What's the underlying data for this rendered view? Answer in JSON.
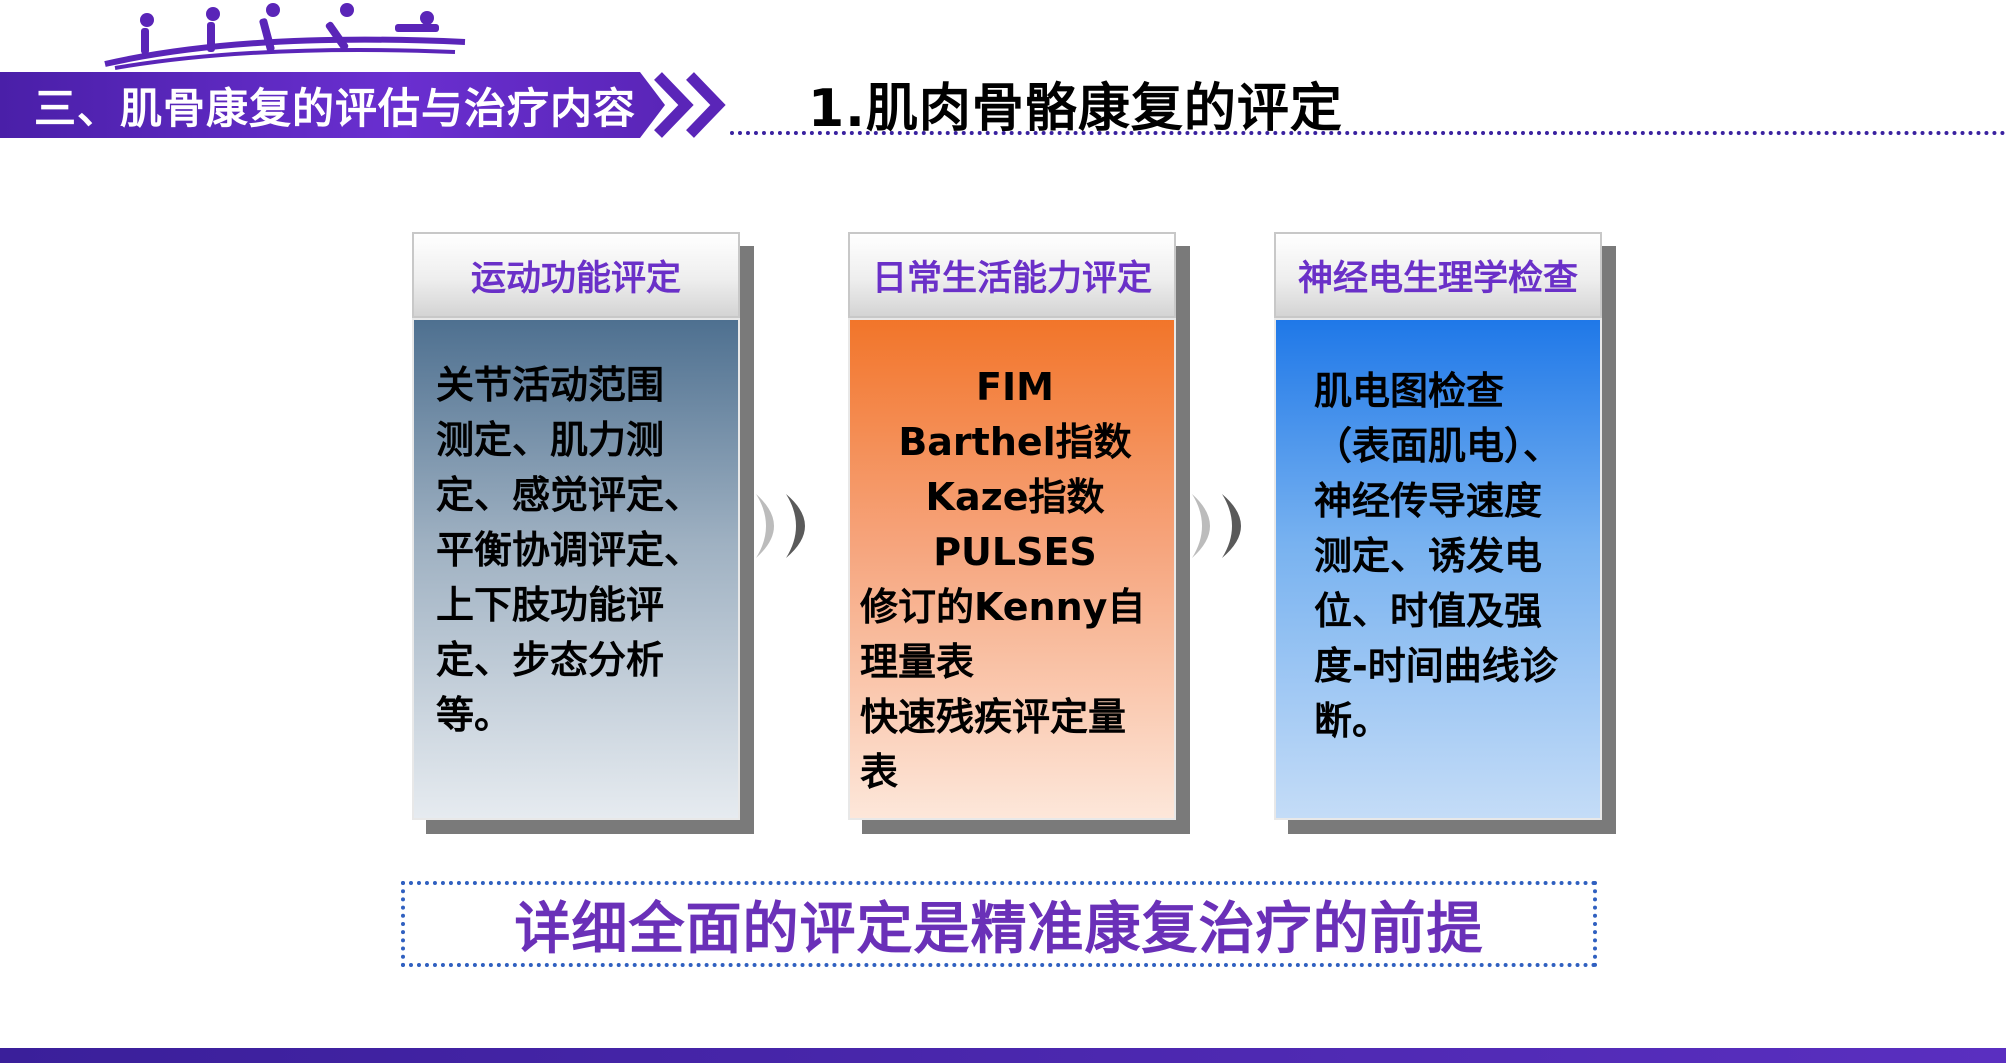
{
  "colors": {
    "brand_purple": "#5a25b8",
    "card1_top": "#4e7090",
    "card2_top": "#f2752a",
    "card3_top": "#1f78e8"
  },
  "header": {
    "section_title": "三、肌骨康复的评估与治疗内容",
    "subtitle": "1.肌肉骨骼康复的评定"
  },
  "cards": [
    {
      "title": "运动功能评定",
      "lines": [
        "关节活动范围",
        "测定、肌力测",
        "定、感觉评定、",
        "平衡协调评定、",
        "上下肢功能评",
        "定、步态分析",
        "等。"
      ]
    },
    {
      "title": "日常生活能力评定",
      "lines": [
        "FIM",
        "Barthel指数",
        "Kaze指数",
        "PULSES",
        "修订的Kenny自",
        "理量表",
        "快速残疾评定量",
        "表"
      ]
    },
    {
      "title": "神经电生理学检查",
      "lines": [
        "肌电图检查",
        "（表面肌电）、",
        "神经传导速度",
        "测定、诱发电",
        "位、时值及强",
        "度-时间曲线诊",
        "断。"
      ]
    }
  ],
  "icons": {
    "logo": "people-exercising-logo-icon",
    "banner_chevrons": "double-chevron-right-icon",
    "flow_arrow": "double-arc-arrow-icon"
  },
  "conclusion": "详细全面的评定是精准康复治疗的前提"
}
